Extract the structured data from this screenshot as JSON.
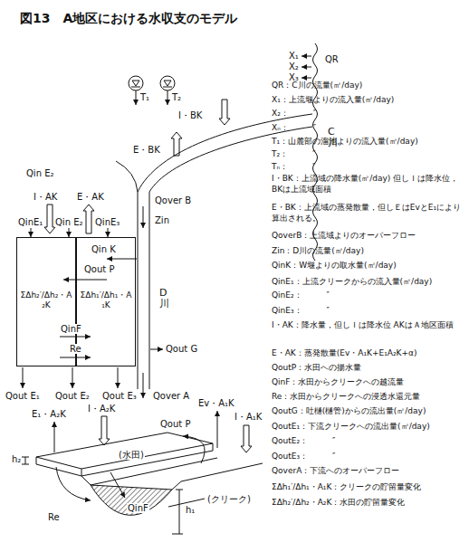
{
  "diagram": {
    "title": "図13　A地区における水収支のモデル",
    "nodes": [
      {
        "text": [
          "ΣΔh₂′/Δh₂・A₂K"
        ]
      },
      {
        "text": [
          "ΣΔh₁′/Δh₁・A₁K"
        ]
      }
    ],
    "labels": [
      "Qin E₂",
      "T₁",
      "T₂",
      "X₁",
      "X₂",
      "X₃",
      "QR",
      "C川",
      "I・BK",
      "E・BK",
      "I・AK",
      "E・AK",
      "Qover B",
      "QinE₁",
      "Qin E₂",
      "QinE₃",
      "Zin",
      "Qin K",
      "Qout P",
      "D川",
      "QinF",
      "Re",
      "Qout G",
      "Qout E₁",
      "Qout E₂",
      "Qout E₃",
      "Qover A",
      "QR：C川の流量(㎥/day)",
      "X₁：上流堰よりの流入量(㎥/day)",
      "X₂：　　　″",
      "Xₙ：　　　″",
      "T₁：山麓部の溜池よりの流入量(㎥/day)",
      "T₂：　　　″",
      "Tₙ：　　　″",
      "I・BK：上流域の降水量(㎥/day) 但しＩは降水位，BKは上流域面積",
      "E・BK：上流域の蒸発散量，但しＥはEvとE₁により算出される。",
      "QoverB：上流域よりのオーバーフロー",
      "Zin：D川の流量(㎥/day)",
      "QinK：W堰よりの取水量(㎥/day)",
      "QinE₁：上流クリークからの流入量(㎥/day)",
      "QinE₂：　　　″",
      "QinE₃：　　　″",
      "I・AK：降水量，但しＩは降水位 AKはＡ地区面積",
      "E・AK：蒸発散量(Ev・A₁K+E₁A₂K+α)",
      "QoutP：水田への揚水量",
      "QinF：水田からクリークへの越流量",
      "Re：水田からクリークへの浸透水還元量",
      "QoutG：吐樋(樋管)からの流出量(㎥/day)",
      "QoutE₁：下流クリークへの流出量(㎥/day)",
      "QoutE₂：　　　″",
      "QoutE₃：　　　″",
      "QoverA：下流へのオーバーフロー",
      "ΣΔh₁′/Δh₁・A₁K：クリークの貯留量変化",
      "ΣΔh₂′/Δh₂・A₂K：水田の貯留量変化",
      "E₁・A₂K",
      "I・A₂K",
      "Qout P",
      "Ev・A₁K",
      "I・A₁K",
      "h₂",
      "(水田)",
      "(クリーク)",
      "QinF",
      "Re",
      "h₁"
    ]
  }
}
